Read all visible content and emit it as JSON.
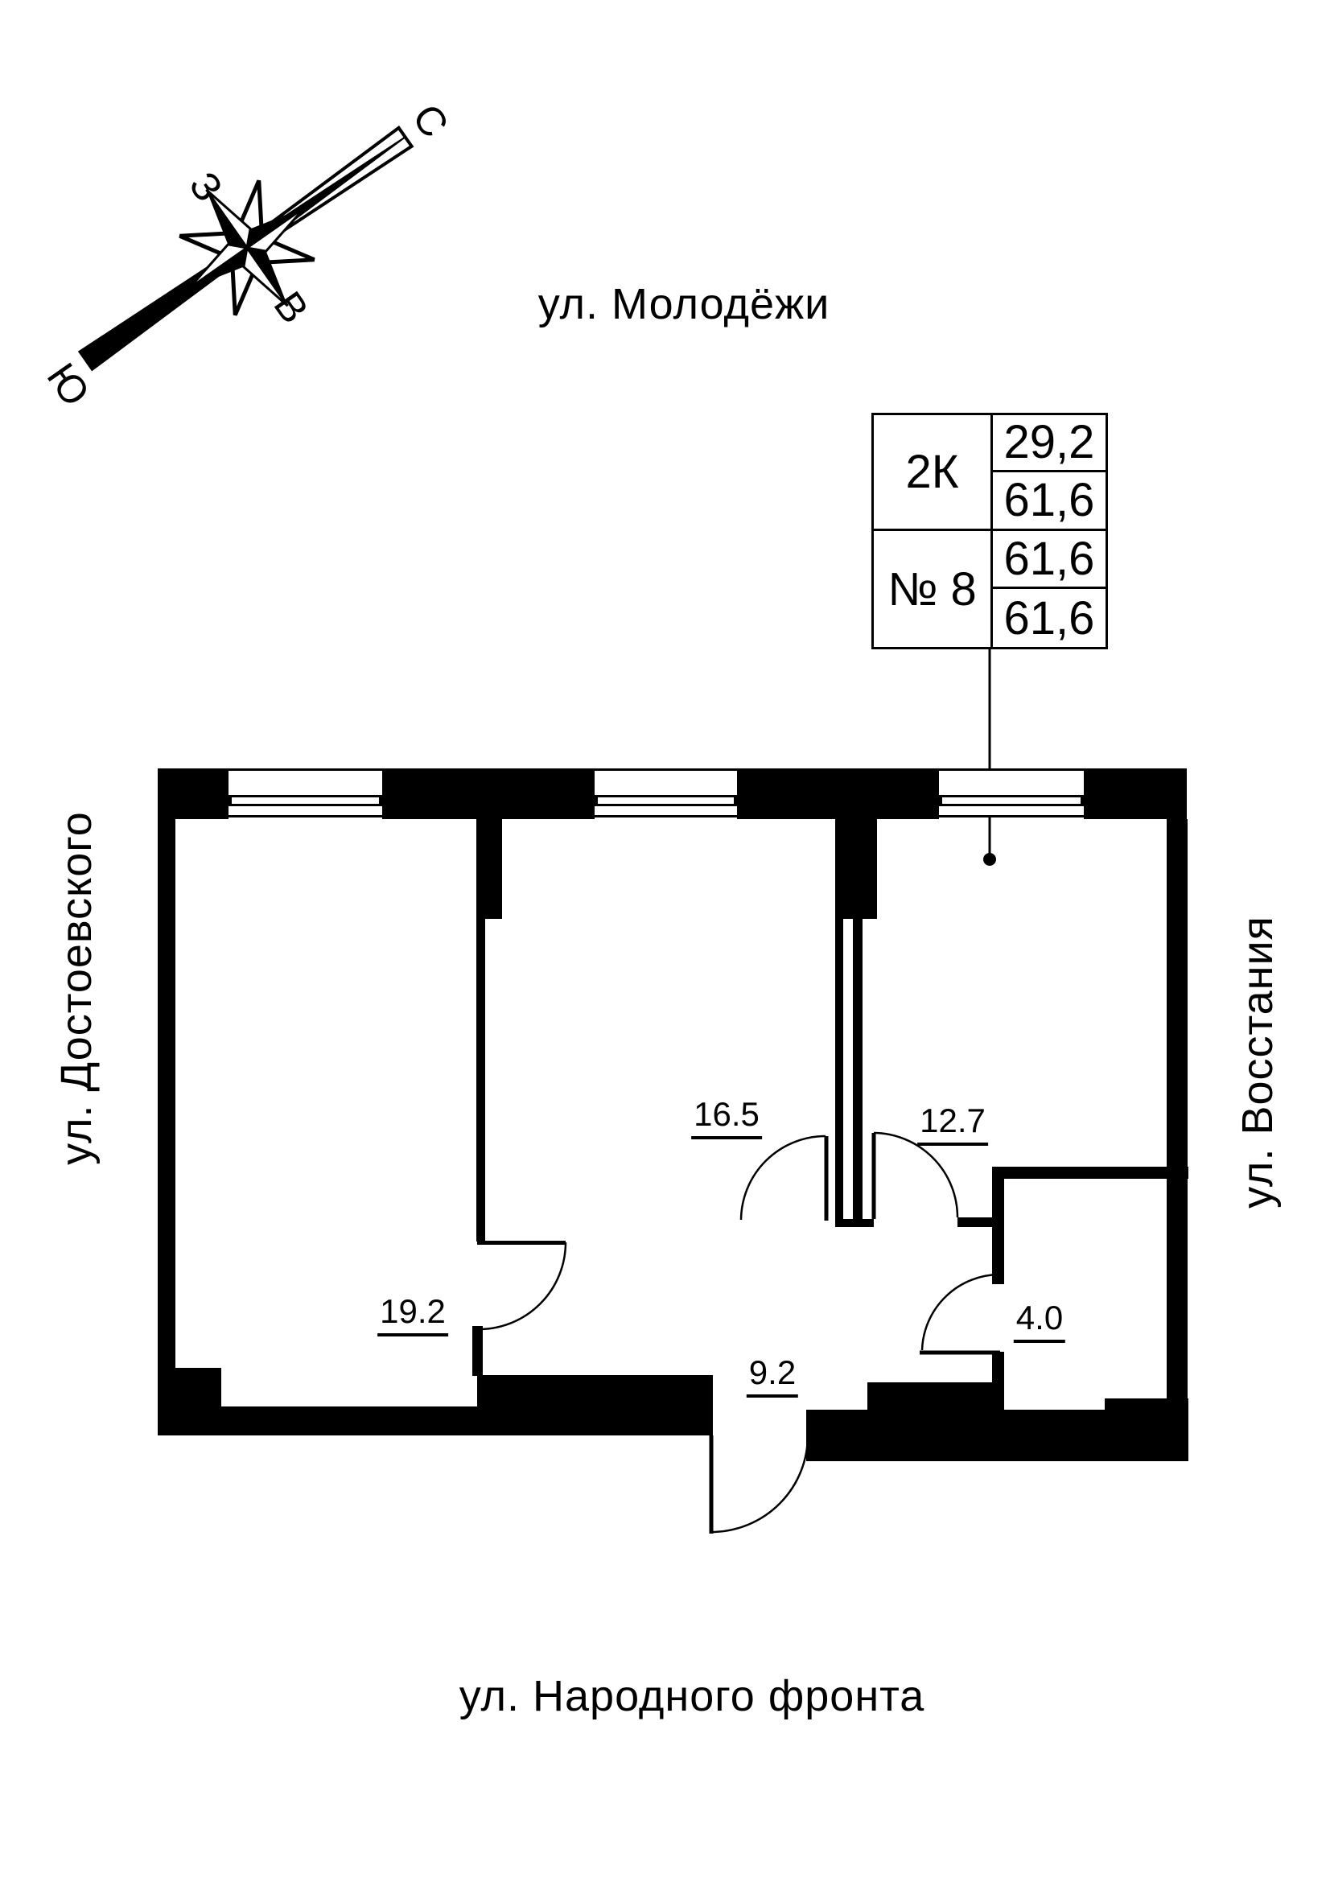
{
  "compass": {
    "north": "С",
    "south": "Ю",
    "west": "З",
    "east": "В"
  },
  "streets": {
    "top": "ул. Молодёжи",
    "left": "ул. Достоевского",
    "right": "ул. Восстания",
    "bottom": "ул. Народного фронта"
  },
  "info_table": {
    "flat_type": "2К",
    "flat_number": "№ 8",
    "living_area": "29,2",
    "total_area": "61,6",
    "area_row2_top": "61,6",
    "area_row2_bottom": "61,6"
  },
  "rooms": {
    "room_19_2": "19.2",
    "room_16_5": "16.5",
    "room_12_7": "12.7",
    "hall_9_2": "9.2",
    "bath_4_0": "4.0"
  }
}
